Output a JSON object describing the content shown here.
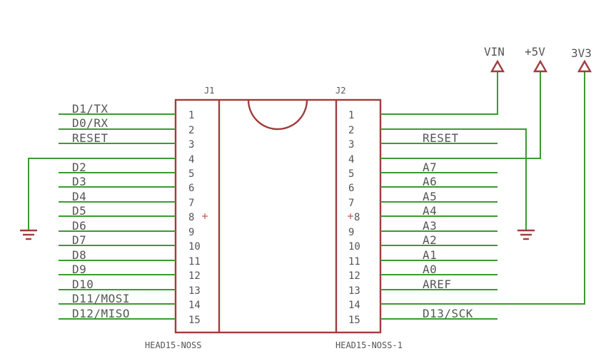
{
  "colors": {
    "wire": "#3c9a32",
    "body": "#a03c3c",
    "text": "#555555"
  },
  "j1": {
    "ref": "J1",
    "part": "HEAD15-NOSS",
    "pins": [
      "1",
      "2",
      "3",
      "4",
      "5",
      "6",
      "7",
      "8",
      "9",
      "10",
      "11",
      "12",
      "13",
      "14",
      "15"
    ],
    "nets": [
      "D1/TX",
      "D0/RX",
      "RESET",
      "",
      "D2",
      "D3",
      "D4",
      "D5",
      "D6",
      "D7",
      "D8",
      "D9",
      "D10",
      "D11/MOSI",
      "D12/MISO"
    ]
  },
  "j2": {
    "ref": "J2",
    "part": "HEAD15-NOSS-1",
    "pins": [
      "1",
      "2",
      "3",
      "4",
      "5",
      "6",
      "7",
      "8",
      "9",
      "10",
      "11",
      "12",
      "13",
      "14",
      "15"
    ],
    "nets": [
      "",
      "",
      "RESET",
      "",
      "A7",
      "A6",
      "A5",
      "A4",
      "A3",
      "A2",
      "A1",
      "A0",
      "AREF",
      "",
      "D13/SCK"
    ]
  },
  "power": {
    "vin": "VIN",
    "v5": "+5V",
    "v33": "3V3"
  },
  "icons": [
    "ground-icon",
    "power-arrow-icon",
    "origin-cross-icon"
  ]
}
